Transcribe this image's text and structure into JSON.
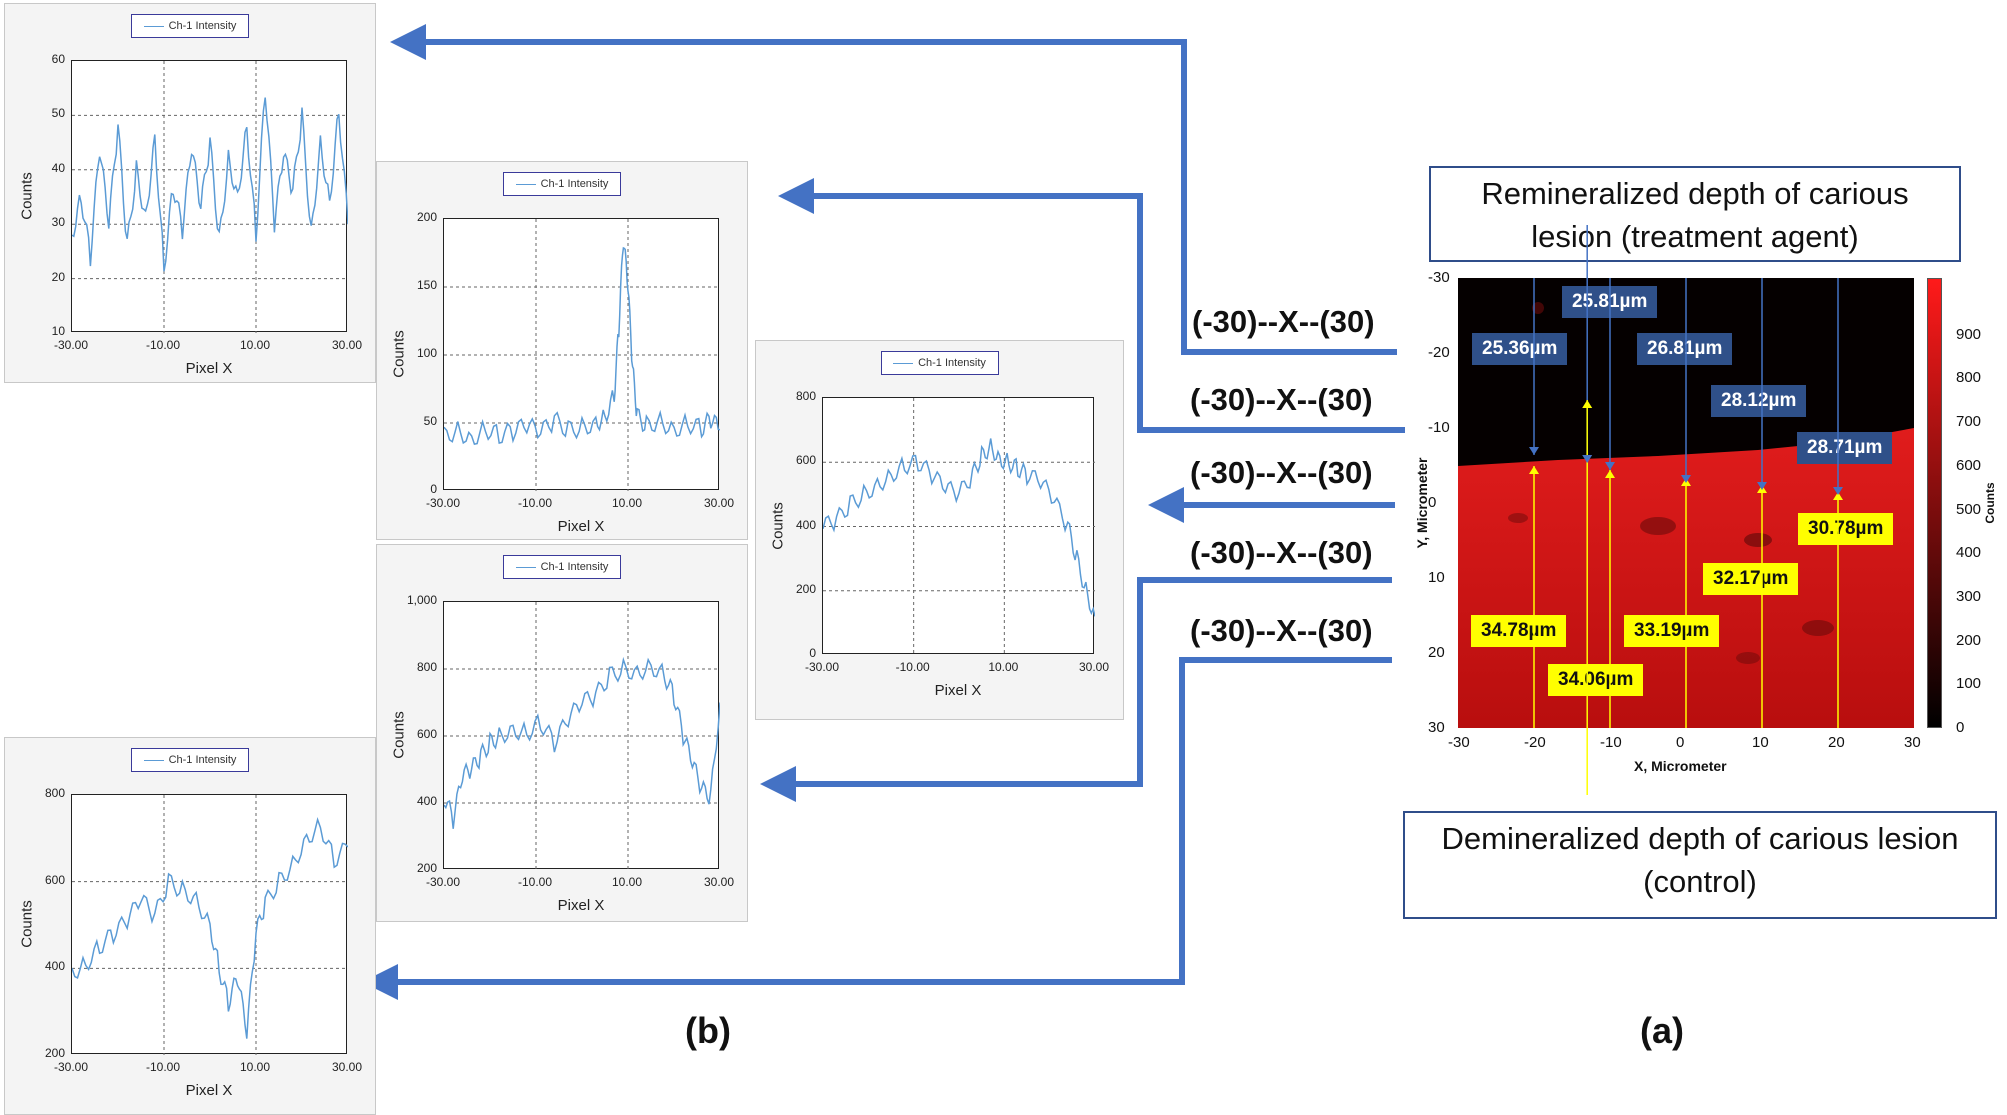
{
  "panel_a_label": "(a)",
  "panel_b_label": "(b)",
  "range_label": "(-30)--X--(30)",
  "callout_top": "Remineralized depth of  carious lesion (treatment agent)",
  "callout_bottom": "Demineralized depth of carious lesion (control)",
  "colors": {
    "line": "#5b9bd5",
    "arrow": "#4472c4",
    "blue_box": "#2f5089",
    "yellow_box": "#ffff00",
    "map_red": "#d31616"
  },
  "chart_data": [
    {
      "type": "line",
      "legend": "Ch-1 Intensity",
      "xlabel": "Pixel X",
      "ylabel": "Counts",
      "xticks": [
        "-30.00",
        "-10.00",
        "10.00",
        "30.00"
      ],
      "yticks": [
        "10",
        "20",
        "30",
        "40",
        "50",
        "60"
      ],
      "xlim": [
        -30,
        30
      ],
      "ylim": [
        10,
        60
      ],
      "series": [
        {
          "x": [
            -30,
            -28,
            -26,
            -24,
            -22,
            -20,
            -18,
            -16,
            -14,
            -12,
            -10,
            -8,
            -6,
            -4,
            -2,
            0,
            2,
            4,
            6,
            8,
            10,
            12,
            14,
            16,
            18,
            20,
            22,
            24,
            26,
            28,
            30
          ],
          "values": [
            28,
            35,
            24,
            44,
            30,
            48,
            26,
            40,
            31,
            46,
            22,
            37,
            29,
            44,
            33,
            45,
            27,
            42,
            35,
            48,
            28,
            55,
            30,
            43,
            36,
            50,
            28,
            45,
            34,
            51,
            30
          ]
        }
      ]
    },
    {
      "type": "line",
      "legend": "Ch-1 Intensity",
      "xlabel": "Pixel X",
      "ylabel": "Counts",
      "xticks": [
        "-30.00",
        "-10.00",
        "10.00",
        "30.00"
      ],
      "yticks": [
        "0",
        "50",
        "100",
        "150",
        "200"
      ],
      "xlim": [
        -30,
        30
      ],
      "ylim": [
        0,
        200
      ],
      "series": [
        {
          "x": [
            -30,
            -27,
            -24,
            -21,
            -18,
            -15,
            -12,
            -9,
            -6,
            -3,
            0,
            3,
            5,
            7,
            8,
            9,
            10,
            11,
            12,
            14,
            17,
            20,
            23,
            26,
            28,
            30
          ],
          "values": [
            40,
            45,
            38,
            46,
            41,
            44,
            48,
            43,
            52,
            45,
            47,
            50,
            55,
            70,
            120,
            185,
            150,
            90,
            55,
            48,
            52,
            45,
            50,
            46,
            53,
            45
          ]
        }
      ]
    },
    {
      "type": "line",
      "legend": "Ch-1 Intensity",
      "xlabel": "Pixel X",
      "ylabel": "Counts",
      "xticks": [
        "-30.00",
        "-10.00",
        "10.00",
        "30.00"
      ],
      "yticks": [
        "0",
        "200",
        "400",
        "600",
        "800"
      ],
      "xlim": [
        -30,
        30
      ],
      "ylim": [
        0,
        800
      ],
      "series": [
        {
          "x": [
            -30,
            -27,
            -24,
            -21,
            -18,
            -15,
            -12,
            -9,
            -6,
            -3,
            0,
            3,
            5,
            7,
            9,
            11,
            13,
            15,
            18,
            21,
            24,
            26,
            28,
            30
          ],
          "values": [
            400,
            420,
            470,
            500,
            530,
            560,
            590,
            600,
            560,
            520,
            500,
            560,
            620,
            650,
            610,
            600,
            580,
            560,
            540,
            480,
            400,
            300,
            200,
            120
          ]
        }
      ]
    },
    {
      "type": "line",
      "legend": "Ch-1 Intensity",
      "xlabel": "Pixel X",
      "ylabel": "Counts",
      "xticks": [
        "-30.00",
        "-10.00",
        "10.00",
        "30.00"
      ],
      "yticks": [
        "200",
        "400",
        "600",
        "800",
        "1,000"
      ],
      "xlim": [
        -30,
        30
      ],
      "ylim": [
        200,
        1000
      ],
      "series": [
        {
          "x": [
            -30,
            -28,
            -26,
            -24,
            -22,
            -20,
            -18,
            -15,
            -12,
            -9,
            -6,
            -3,
            0,
            3,
            6,
            9,
            12,
            15,
            18,
            20,
            22,
            24,
            26,
            28,
            30
          ],
          "values": [
            420,
            350,
            480,
            500,
            540,
            580,
            600,
            620,
            610,
            640,
            580,
            650,
            700,
            720,
            780,
            800,
            790,
            810,
            780,
            720,
            600,
            520,
            440,
            420,
            700
          ]
        }
      ]
    },
    {
      "type": "line",
      "legend": "Ch-1 Intensity",
      "xlabel": "Pixel X",
      "ylabel": "Counts",
      "xticks": [
        "-30.00",
        "-10.00",
        "10.00",
        "30.00"
      ],
      "yticks": [
        "200",
        "400",
        "600",
        "800"
      ],
      "xlim": [
        -30,
        30
      ],
      "ylim": [
        200,
        800
      ],
      "series": [
        {
          "x": [
            -30,
            -27,
            -24,
            -21,
            -18,
            -15,
            -12,
            -9,
            -6,
            -3,
            0,
            2,
            4,
            6,
            8,
            10,
            12,
            15,
            18,
            21,
            24,
            27,
            30
          ],
          "values": [
            390,
            410,
            450,
            480,
            510,
            560,
            520,
            600,
            580,
            560,
            500,
            400,
            320,
            380,
            250,
            480,
            550,
            600,
            640,
            700,
            730,
            650,
            680
          ]
        }
      ]
    },
    {
      "type": "heatmap",
      "xlabel": "X, Micrometer",
      "ylabel": "Y, Micrometer",
      "colorbar_label": "Counts",
      "xticks": [
        "-30",
        "-20",
        "-10",
        "0",
        "10",
        "20",
        "30"
      ],
      "yticks": [
        "-30",
        "-20",
        "-10",
        "0",
        "10",
        "20",
        "30"
      ],
      "colorbar_ticks": [
        "900",
        "800",
        "700",
        "600",
        "500",
        "400",
        "300",
        "200",
        "100",
        "0"
      ],
      "xlim": [
        -30,
        30
      ],
      "ylim": [
        -30,
        30
      ],
      "profiles_x": [
        -20,
        -13,
        -10,
        0,
        10,
        20
      ],
      "remineralized_depths": [
        "25.36µm",
        "25.81µm",
        "26.81µm",
        "28.12µm",
        "28.71µm"
      ],
      "demineralized_depths": [
        "34.78µm",
        "34.06µm",
        "33.19µm",
        "32.17µm",
        "30.78µm"
      ]
    }
  ]
}
